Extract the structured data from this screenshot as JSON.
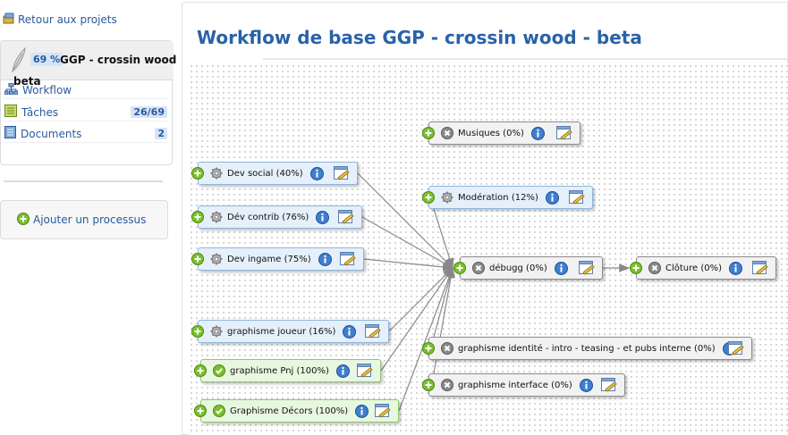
{
  "sidebar": {
    "back_label": "Retour aux projets",
    "project": {
      "percent": "69 %",
      "name": "GGP - crossin wood",
      "name_cont": "beta"
    },
    "nav": [
      {
        "label": "Workflow",
        "count": ""
      },
      {
        "label": "Tâches",
        "count": "26/69"
      },
      {
        "label": "Documents",
        "count": "2"
      }
    ],
    "add_process_label": "Ajouter un processus"
  },
  "main": {
    "title": "Workflow de base GGP - crossin wood - beta"
  },
  "workflow": {
    "nodes": [
      {
        "id": "musiques",
        "label": "Musiques (0%)",
        "status": "blocked",
        "color": "gray"
      },
      {
        "id": "dev_social",
        "label": "Dev social (40%)",
        "status": "in-progress",
        "color": "blue"
      },
      {
        "id": "moderation",
        "label": "Modération (12%)",
        "status": "in-progress",
        "color": "blue"
      },
      {
        "id": "dev_contrib",
        "label": "Dév contrib (76%)",
        "status": "in-progress",
        "color": "blue"
      },
      {
        "id": "dev_ingame",
        "label": "Dev ingame (75%)",
        "status": "in-progress",
        "color": "blue"
      },
      {
        "id": "debugg",
        "label": "débugg (0%)",
        "status": "blocked",
        "color": "gray"
      },
      {
        "id": "cloture",
        "label": "Clôture (0%)",
        "status": "blocked",
        "color": "gray"
      },
      {
        "id": "graph_joueur",
        "label": "graphisme joueur (16%)",
        "status": "in-progress",
        "color": "blue"
      },
      {
        "id": "graph_identite",
        "label": "graphisme identité - intro - teasing - et pubs interne (0%)",
        "status": "blocked",
        "color": "gray"
      },
      {
        "id": "graph_pnj",
        "label": "graphisme Pnj (100%)",
        "status": "done",
        "color": "green"
      },
      {
        "id": "graph_interface",
        "label": "graphisme interface (0%)",
        "status": "blocked",
        "color": "gray"
      },
      {
        "id": "graph_decors",
        "label": "Graphisme Décors (100%)",
        "status": "done",
        "color": "green"
      }
    ],
    "edges": [
      [
        "dev_social",
        "debugg"
      ],
      [
        "dev_contrib",
        "debugg"
      ],
      [
        "dev_ingame",
        "debugg"
      ],
      [
        "moderation",
        "debugg"
      ],
      [
        "graph_joueur",
        "debugg"
      ],
      [
        "graph_pnj",
        "debugg"
      ],
      [
        "graph_decors",
        "debugg"
      ],
      [
        "graph_identite",
        "debugg"
      ],
      [
        "graph_interface",
        "debugg"
      ],
      [
        "debugg",
        "cloture"
      ]
    ]
  }
}
